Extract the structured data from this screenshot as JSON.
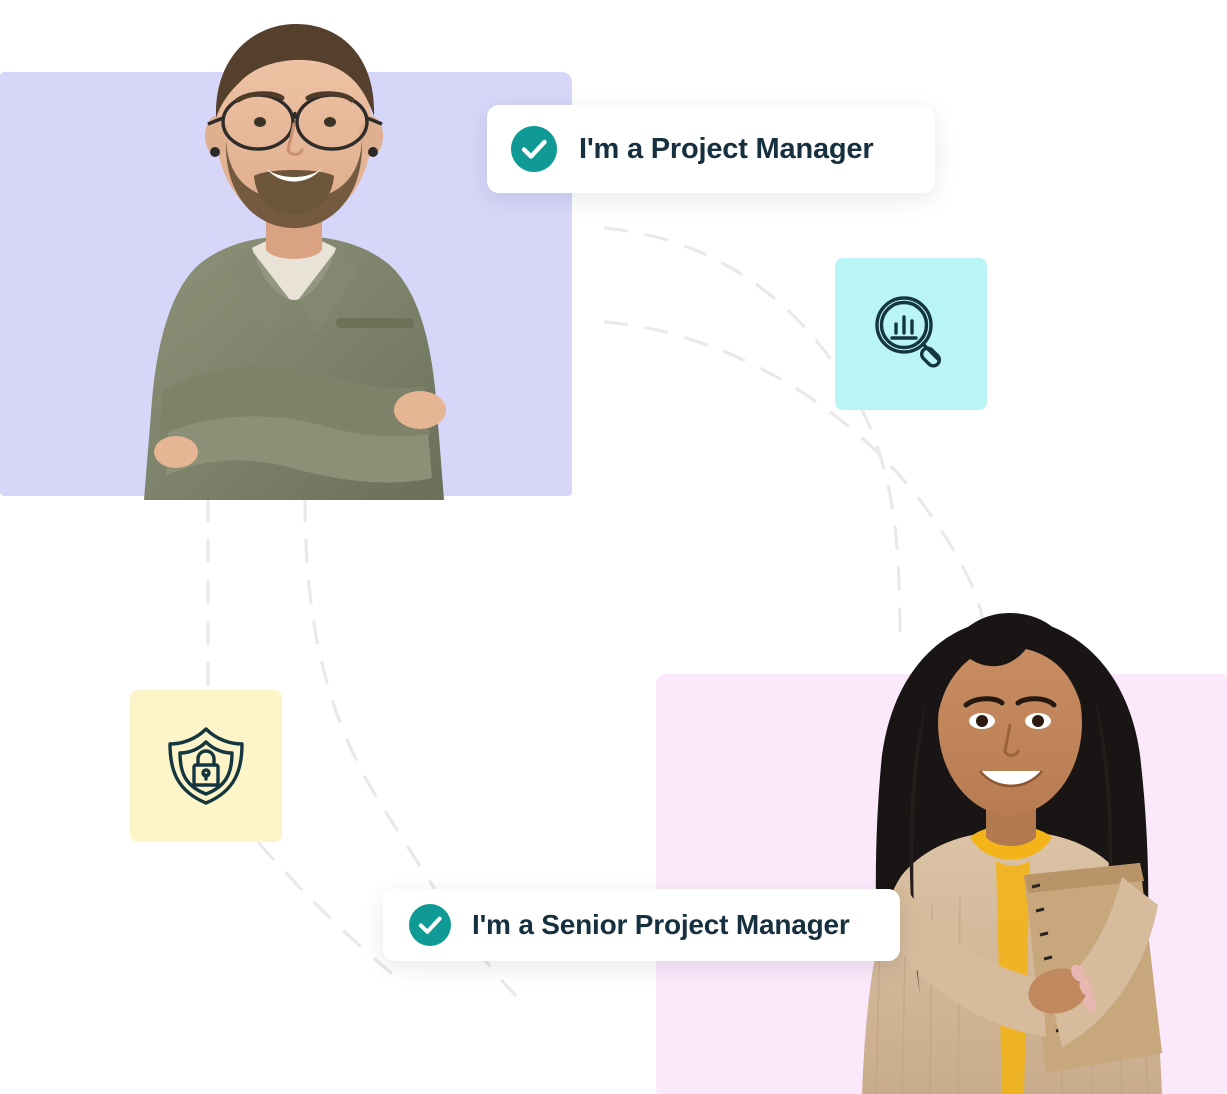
{
  "theme": {
    "accent_teal": "#109a95",
    "text_dark": "#17303f",
    "panel_left_color": "#d6d6f8",
    "panel_right_color": "#fbe8fb",
    "tile_analytics_color": "#b9f5f4",
    "tile_security_color": "#fdf4c9",
    "connector_color": "#e9e9ea",
    "card_background": "#ffffff"
  },
  "cards": [
    {
      "id": "project-manager",
      "label": "I'm a Project Manager",
      "icon": "check-circle-icon"
    },
    {
      "id": "senior-project-manager",
      "label": "I'm a Senior Project Manager",
      "icon": "check-circle-icon"
    }
  ],
  "tiles": [
    {
      "id": "analytics",
      "icon": "magnifier-bar-chart-icon",
      "background": "#b9f5f4"
    },
    {
      "id": "security",
      "icon": "shield-lock-icon",
      "background": "#fdf4c9"
    }
  ],
  "photos": [
    {
      "id": "man",
      "description": "Smiling man with glasses and beard, arms crossed, wearing olive blazer",
      "backdrop": "#d6d6f8"
    },
    {
      "id": "woman",
      "description": "Smiling woman with long dark hair holding a notebook, wearing beige sweater",
      "backdrop": "#fbe8fb"
    }
  ],
  "connectors": {
    "count": 4,
    "style": "dashed-curve"
  }
}
